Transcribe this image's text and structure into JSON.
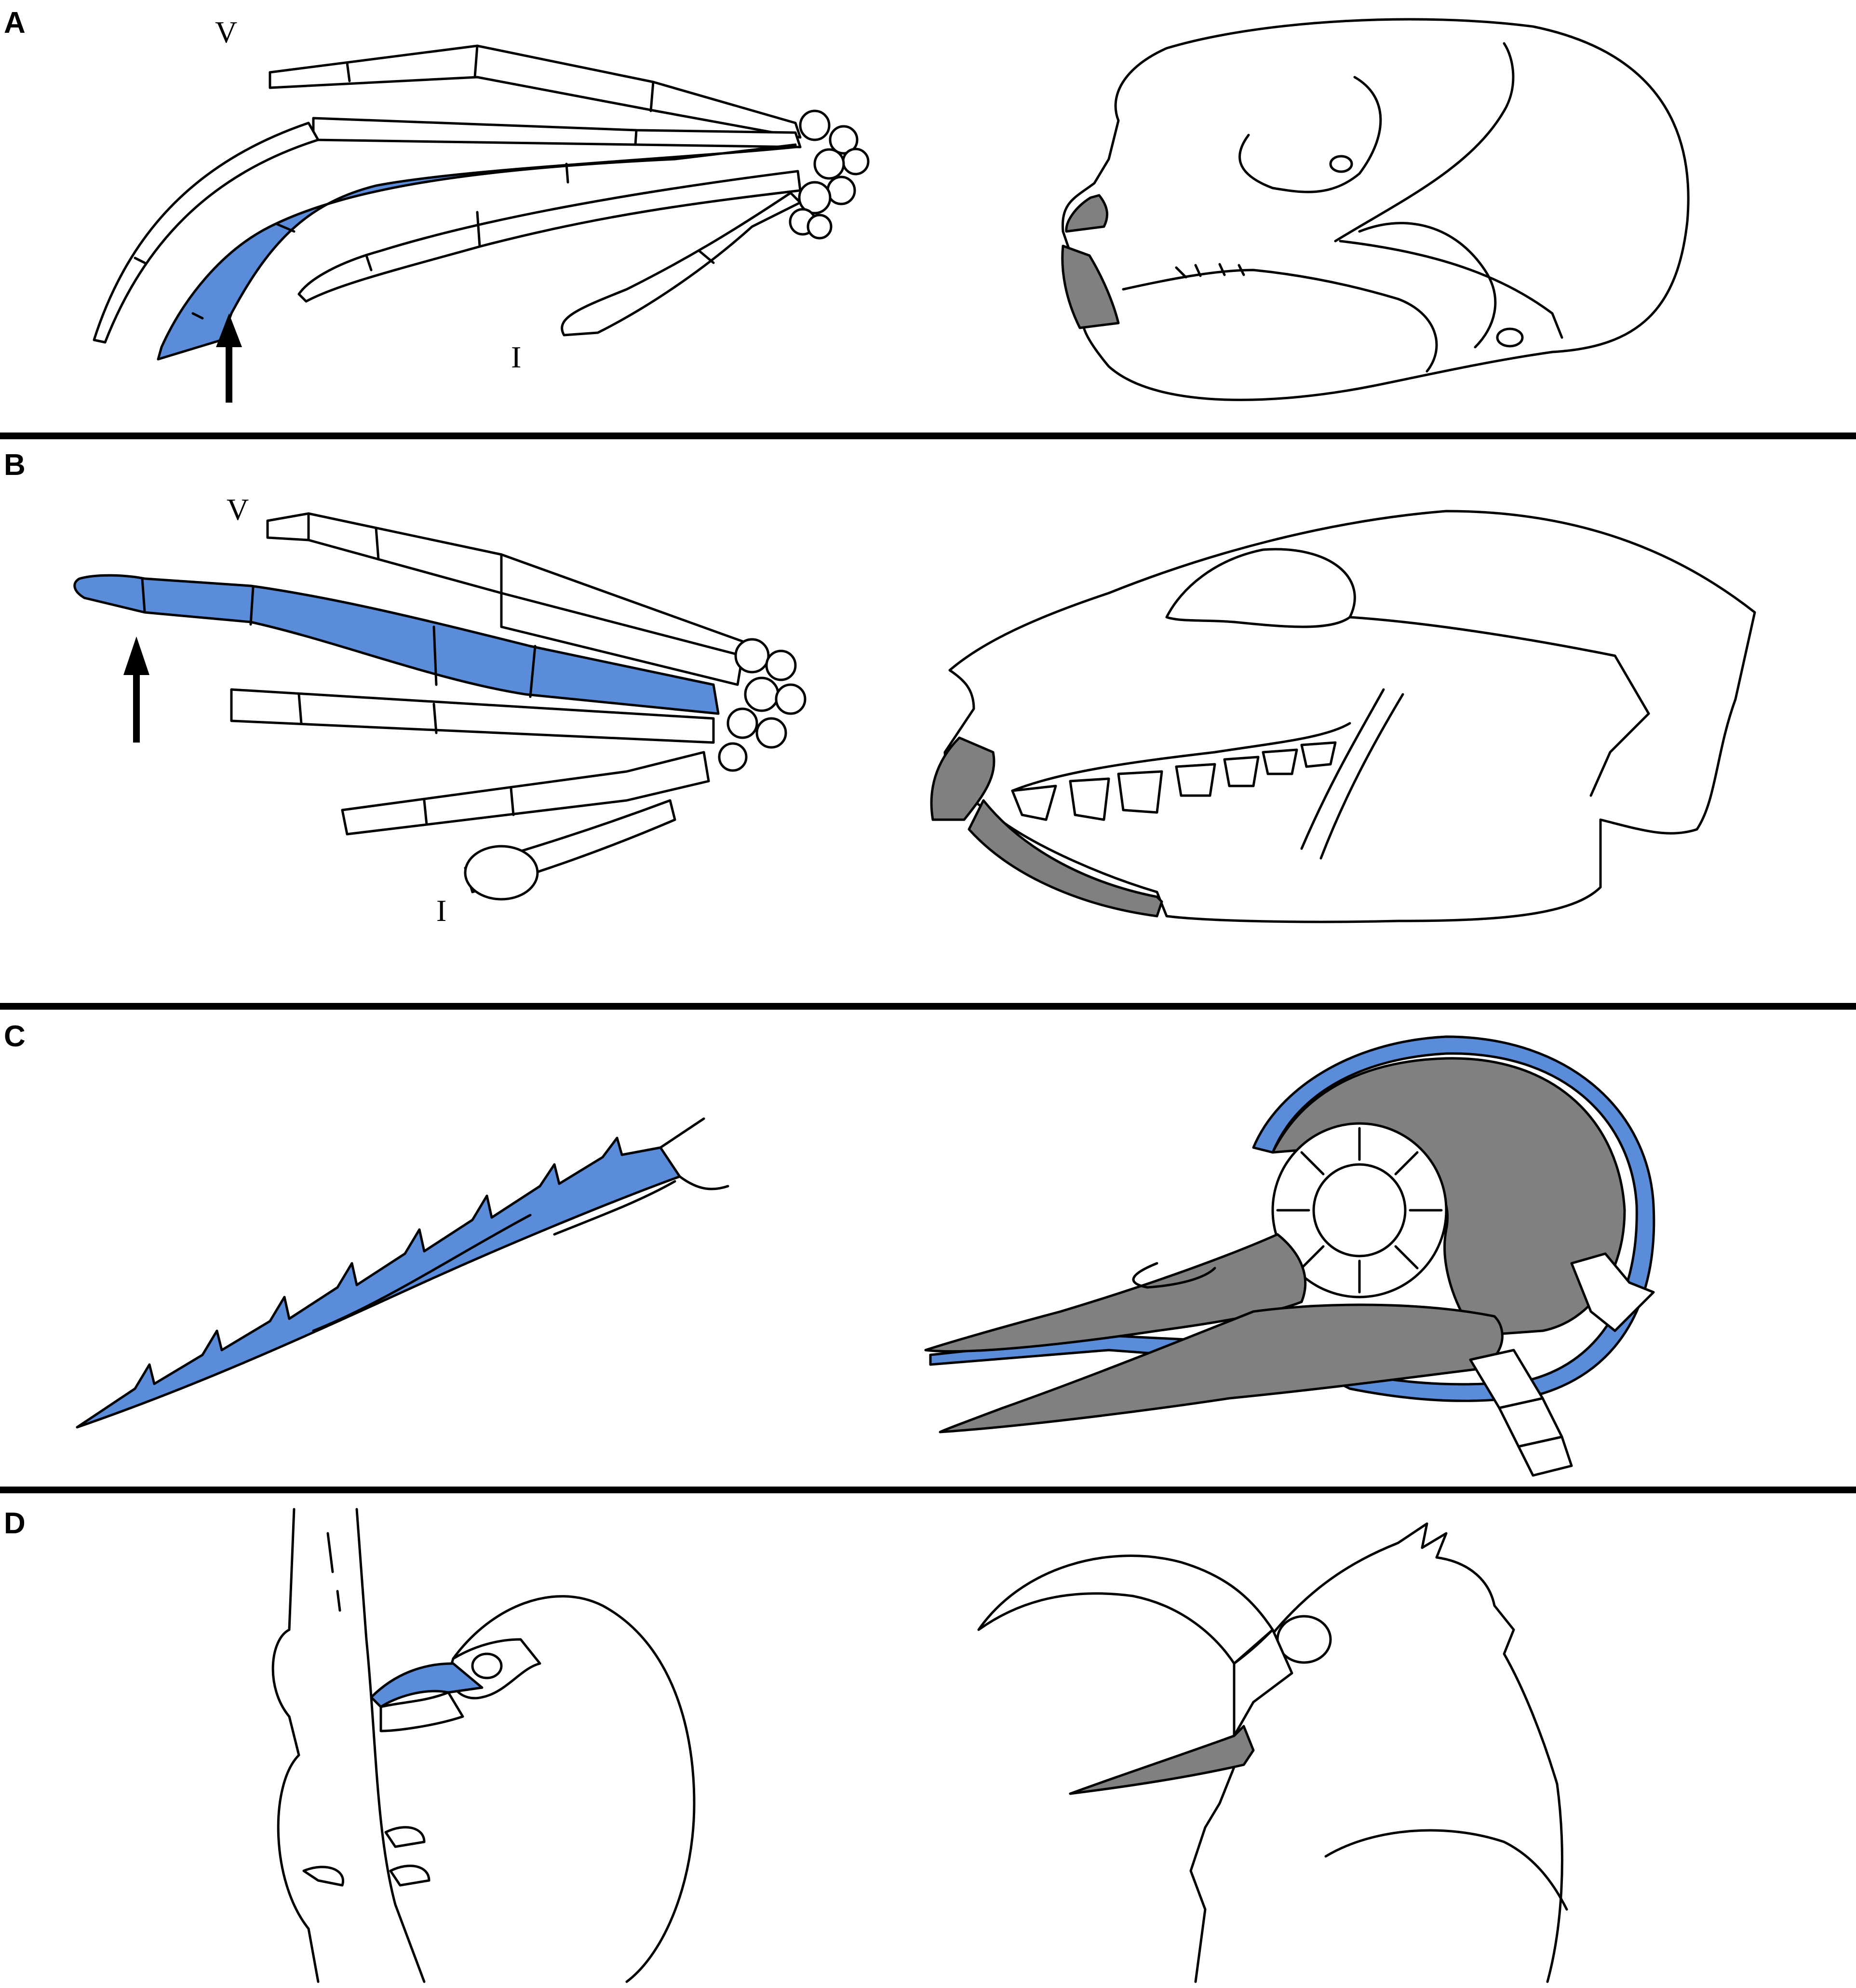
{
  "panels": [
    {
      "label": "A",
      "digit_top": "V",
      "digit_bottom": "I"
    },
    {
      "label": "B",
      "digit_top": "V",
      "digit_bottom": "I"
    },
    {
      "label": "C"
    },
    {
      "label": "D"
    }
  ],
  "colors": {
    "highlight_blue": "#5b8cda",
    "highlight_gray": "#808080",
    "line": "#000000",
    "background": "#ffffff"
  },
  "icons": [
    "arrow-up-icon"
  ]
}
